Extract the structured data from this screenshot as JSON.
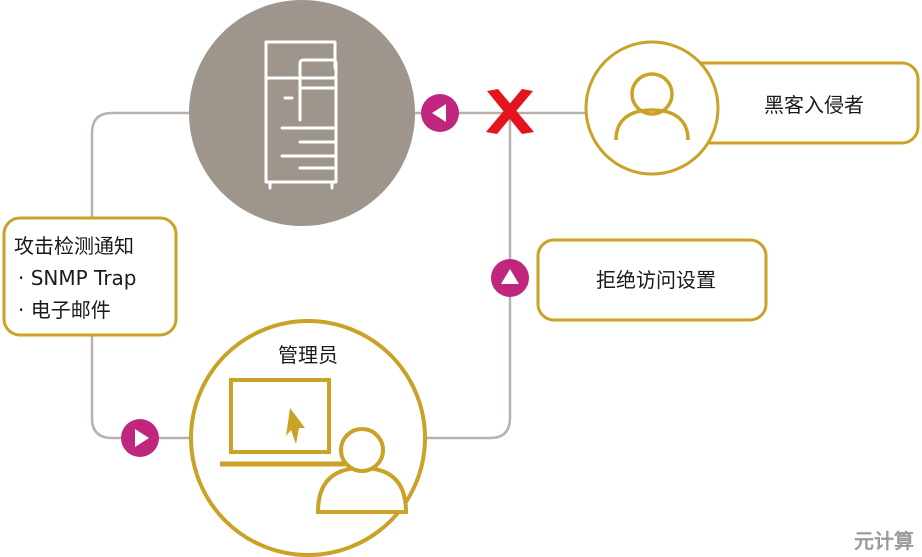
{
  "labels": {
    "hacker": "黑客入侵者",
    "reject": "拒绝访问设置",
    "admin": "管理员",
    "notify_title": "攻击检测通知",
    "notify_item1": "· SNMP Trap",
    "notify_item2": "· 电子邮件"
  },
  "watermark": "元计算",
  "colors": {
    "gold": "#c9a227",
    "gray_line": "#b9b2ab",
    "printer_circle": "#9e958d",
    "magenta": "#c0267e",
    "block_red": "#e3141e",
    "text": "#1a1a1a"
  },
  "icons": {
    "printer": "multifunction-printer-icon",
    "hacker": "user-silhouette-icon",
    "admin_laptop": "laptop-icon",
    "admin_user": "user-silhouette-icon",
    "blocked": "red-x-icon",
    "arrows": [
      "arrow-left-icon",
      "arrow-up-icon",
      "arrow-right-icon"
    ]
  }
}
